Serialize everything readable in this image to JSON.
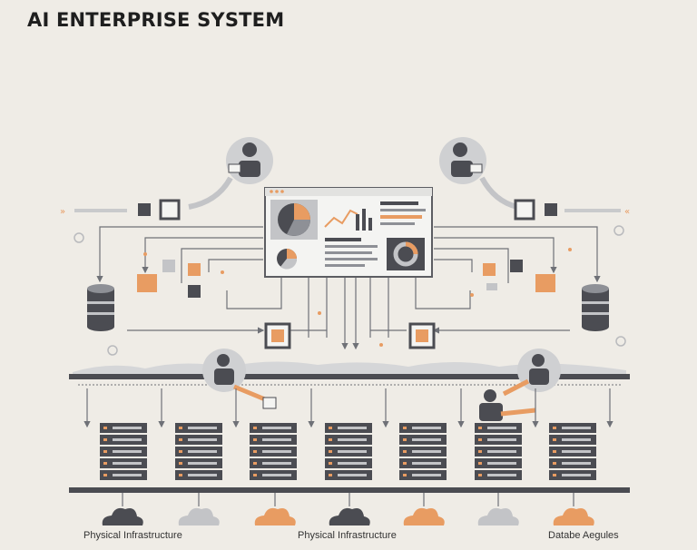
{
  "title": "AI ENTERPRISE SYSTEM",
  "colors": {
    "background": "#efece6",
    "dark": "#4b4c52",
    "mid": "#8e9096",
    "light": "#c3c4c7",
    "orange": "#e89c62",
    "line": "#6f7177"
  },
  "captions": [
    "Physical Infrastructure",
    "Physical Infrastructure",
    "Databe Aegules"
  ],
  "icons": [
    "person-icon",
    "dashboard-icon",
    "database-icon",
    "server-rack-icon",
    "cloud-icon",
    "pie-chart-icon",
    "bar-chart-icon"
  ]
}
